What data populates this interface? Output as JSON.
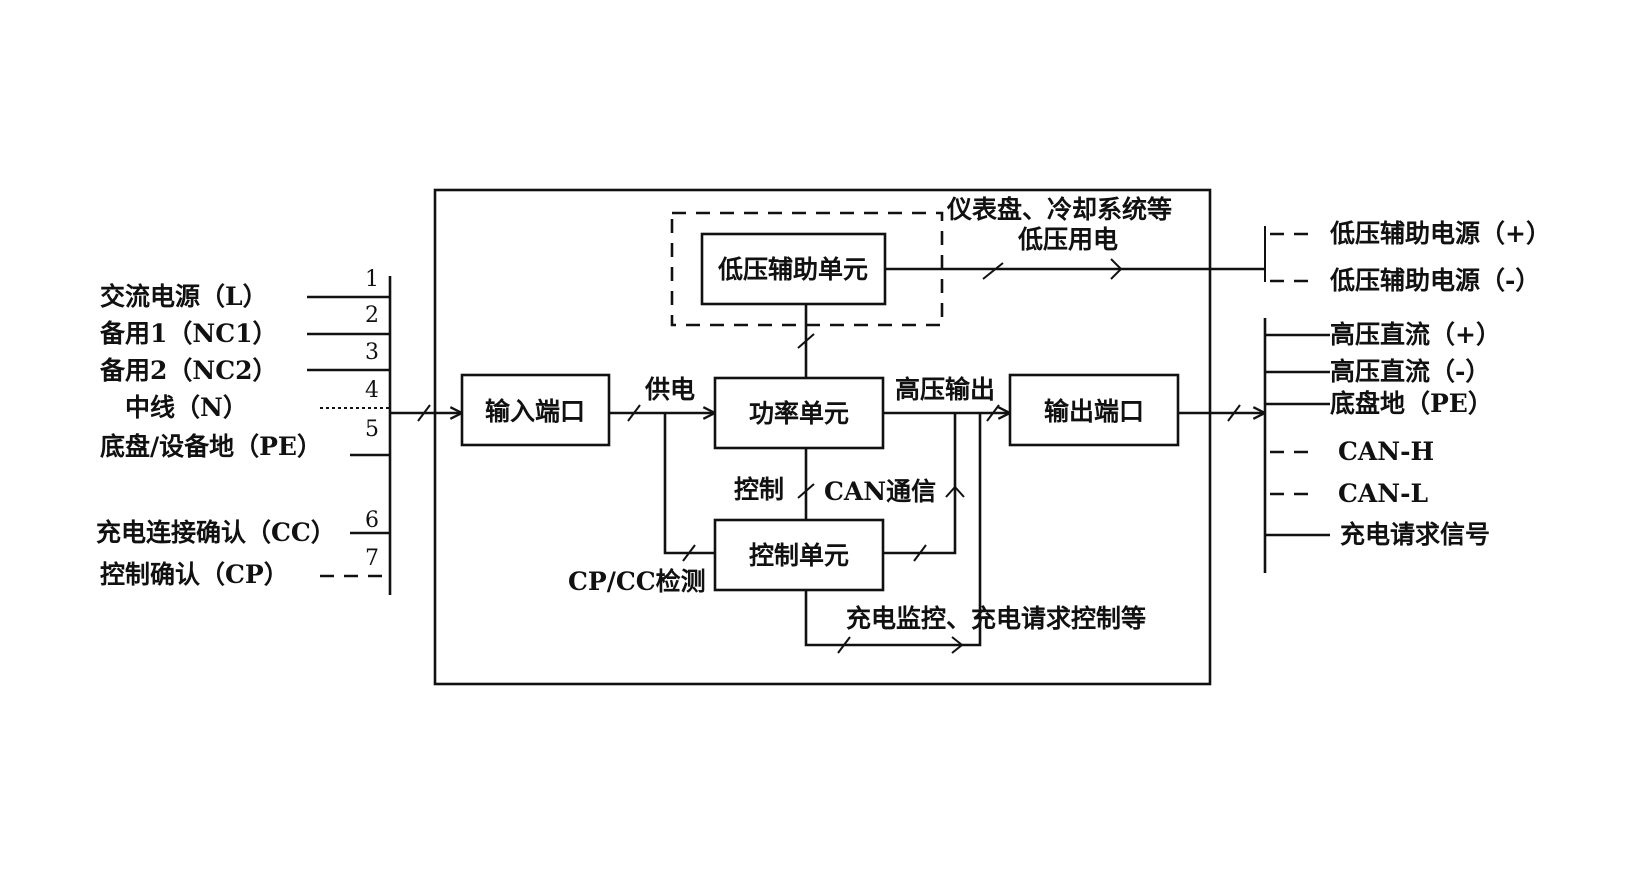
{
  "inputs": {
    "signals": [
      "交流电源（L）",
      "备用1（NC1）",
      "备用2（NC2）",
      "中线（N）",
      "底盘/设备地（PE）",
      "充电连接确认（CC）",
      "控制确认（CP）"
    ],
    "pins": [
      "1",
      "2",
      "3",
      "4",
      "5",
      "6",
      "7"
    ]
  },
  "blocks": {
    "low_voltage_aux": "低压辅助单元",
    "input_port": "输入端口",
    "power_unit": "功率单元",
    "output_port": "输出端口",
    "control_unit": "控制单元"
  },
  "labels": {
    "dashboard_cooling": "仪表盘、冷却系统等",
    "low_voltage_power": "低压用电",
    "power_supply": "供电",
    "high_voltage_output": "高压输出",
    "control": "控制",
    "can_comm": "CAN通信",
    "cp_cc_detect": "CP/CC检测",
    "charge_monitor": "充电监控、充电请求控制等"
  },
  "outputs": {
    "signals": [
      "低压辅助电源（+）",
      "低压辅助电源（-）",
      "高压直流（+）",
      "高压直流（-）",
      "底盘地（PE）",
      "CAN-H",
      "CAN-L",
      "充电请求信号"
    ]
  }
}
